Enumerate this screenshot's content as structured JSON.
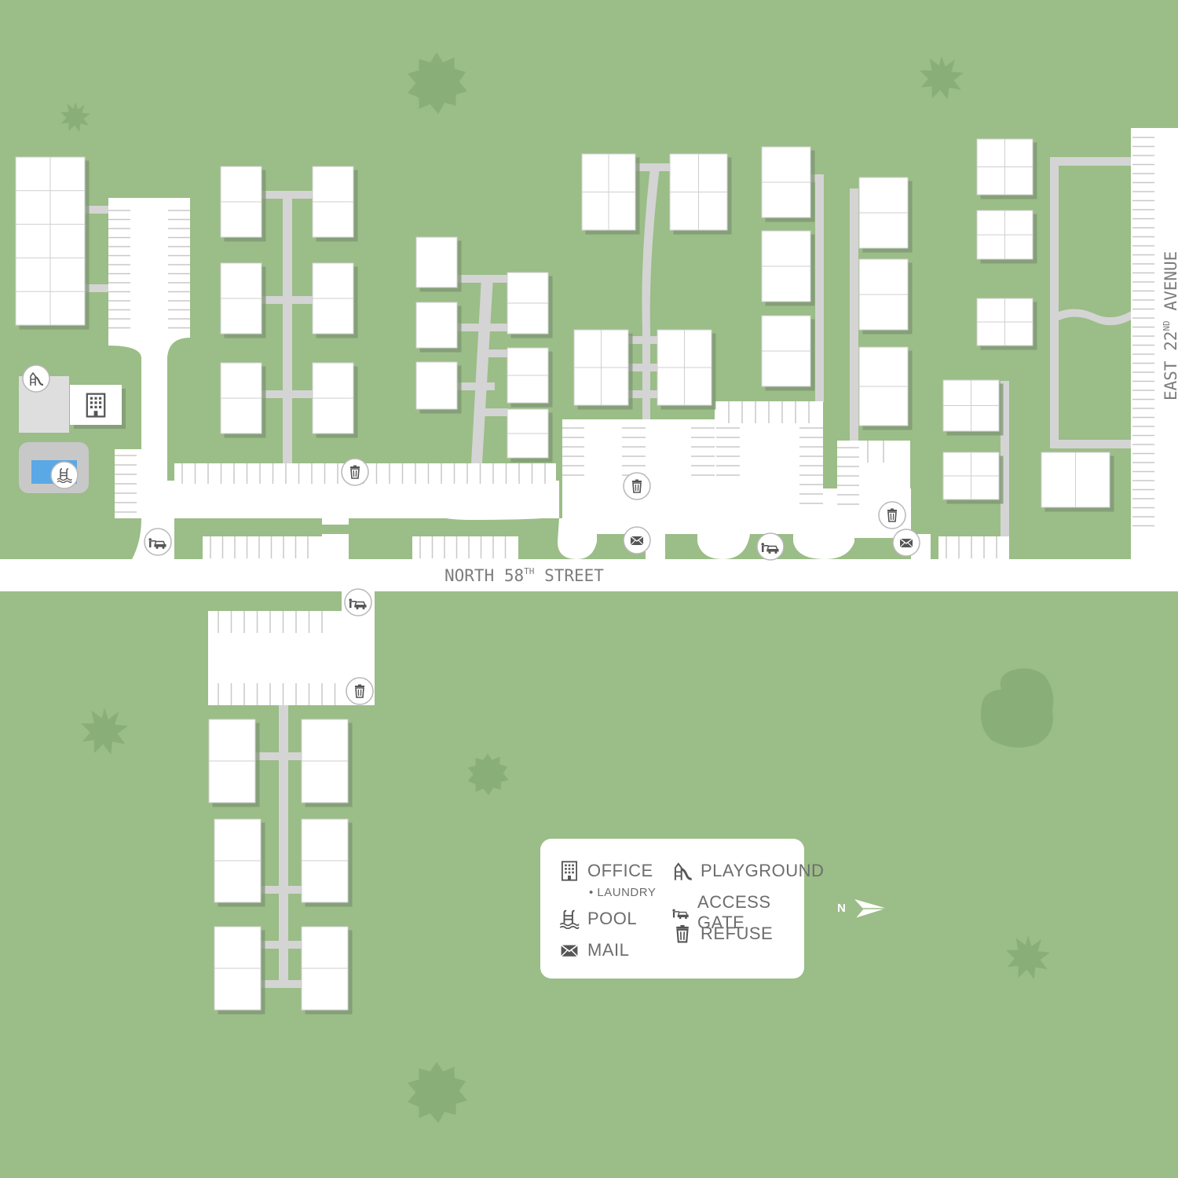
{
  "map": {
    "streets": {
      "north": {
        "name": "NORTH 58",
        "sup": "TH",
        "suffix": "STREET"
      },
      "east": {
        "name": "EAST 22",
        "sup": "ND",
        "suffix": "AVENUE"
      }
    },
    "amenities": [
      {
        "type": "playground",
        "icon": "playground-icon"
      },
      {
        "type": "office",
        "icon": "office-building-icon"
      },
      {
        "type": "pool",
        "icon": "pool-ladder-icon"
      },
      {
        "type": "refuse",
        "icon": "trash-icon"
      },
      {
        "type": "mail",
        "icon": "envelope-icon"
      },
      {
        "type": "access-gate",
        "icon": "gate-car-icon"
      }
    ],
    "colors": {
      "grass": "#9bbd87",
      "tree": "#8aae78",
      "pavement": "#ffffff",
      "walkway": "#d4d4d4",
      "building_shadow": "#8a9a80",
      "pool_water": "#5aa8e6",
      "icon": "#555555"
    }
  },
  "legend": {
    "office": "OFFICE",
    "laundry": "LAUNDRY",
    "pool": "POOL",
    "mail": "MAIL",
    "playground": "PLAYGROUND",
    "access_gate": "ACCESS GATE",
    "refuse": "REFUSE"
  },
  "compass": {
    "label": "N"
  }
}
